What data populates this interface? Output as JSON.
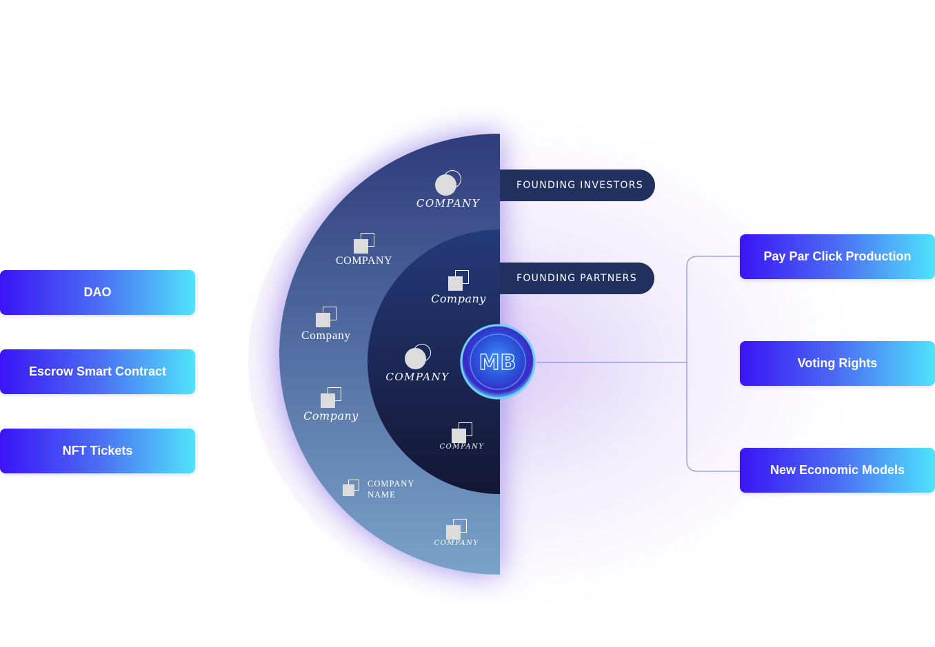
{
  "left_features": [
    "DAO",
    "Escrow Smart Contract",
    "NFT Tickets"
  ],
  "right_features": [
    "Pay Par Click Production",
    "Voting Rights",
    "New Economic Models"
  ],
  "labels": {
    "founding_investors": "FOUNDING INVESTORS",
    "founding_partners": "FOUNDING PARTNERS"
  },
  "center_logo": "MB",
  "outer_companies": [
    "COMPANY",
    "COMPANY",
    "Company",
    "Company",
    "COMPANY NAME",
    "COMPANY"
  ],
  "inner_companies": [
    "Company",
    "COMPANY",
    "COMPANY"
  ],
  "colors": {
    "pill_gradient_start": "#3a14f6",
    "pill_gradient_end": "#4fe4fb",
    "outer_ring_top": "#2e3b7c",
    "outer_ring_bottom": "#7aa3c9",
    "inner_ring_top": "#253a7a",
    "inner_ring_bottom": "#121632",
    "label_pill": "#21305f",
    "connector_line": "#6b7de0"
  }
}
